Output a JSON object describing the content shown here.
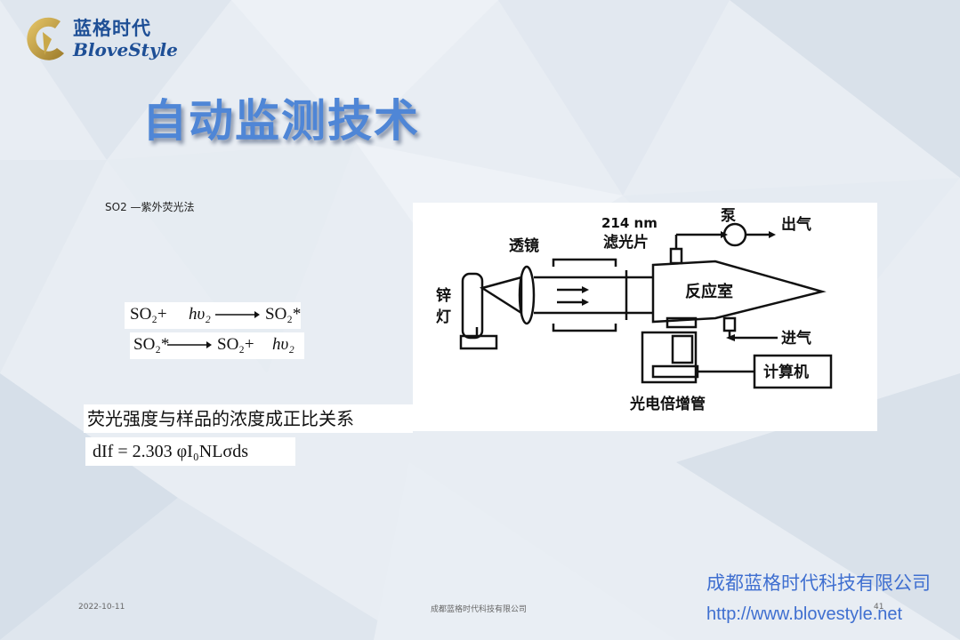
{
  "logo": {
    "cn": "蓝格时代",
    "en": "BloveStyle"
  },
  "slide": {
    "title": "自动监测技术",
    "subtitle": "SO2 —紫外荧光法"
  },
  "equations": {
    "eq1": {
      "left": "SO₂+",
      "photon": "hυ₂",
      "right": "SO₂*"
    },
    "eq2": {
      "left": "SO₂*",
      "right": "SO₂+",
      "photon": "hυ₂"
    }
  },
  "statement": "荧光强度与样品的浓度成正比关系",
  "formula": "dIf = 2.303 φI₀NLσds",
  "diagram": {
    "labels": {
      "lens": "透镜",
      "filter_wavelength": "214 nm",
      "filter": "滤光片",
      "pump": "泵",
      "outlet": "出气",
      "zinc_lamp_1": "锌",
      "zinc_lamp_2": "灯",
      "chamber": "反应室",
      "inlet": "进气",
      "computer": "计算机",
      "pmt": "光电倍增管"
    }
  },
  "footer": {
    "date": "2022-10-11",
    "center": "成都蓝格时代科技有限公司",
    "page": "41",
    "company": "成都蓝格时代科技有限公司",
    "url": "http://www.blovestyle.net"
  }
}
